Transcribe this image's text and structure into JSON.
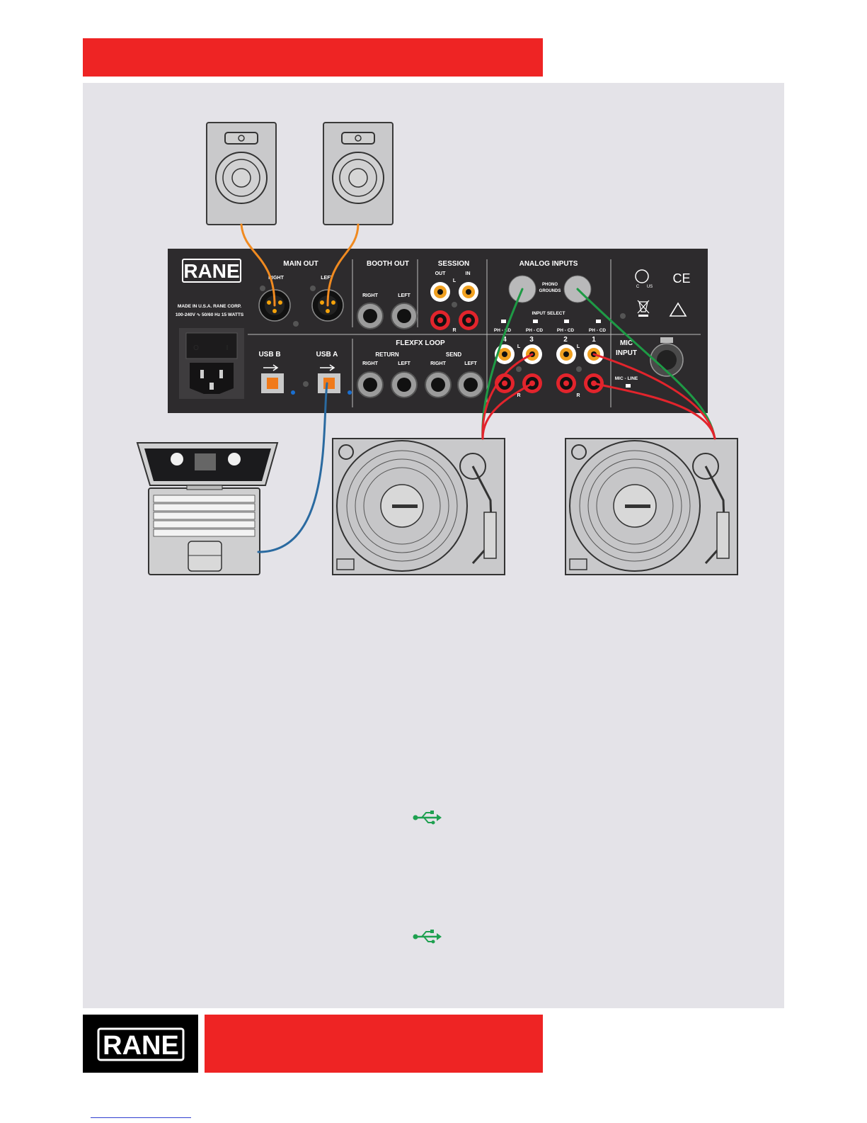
{
  "brand": "RANE",
  "colors": {
    "band": "#ee2424",
    "panel": "#e4e3e8",
    "mixer": "#2d2b2d",
    "cable_main": "#f08a20",
    "cable_usb": "#2a6aa0",
    "cable_phono": "#e2242c",
    "cable_ground": "#1e9a45",
    "usb_inline": "#1ea050"
  },
  "mixer": {
    "main_out": "MAIN OUT",
    "right": "RIGHT",
    "left": "LEFT",
    "booth_out": "BOOTH OUT",
    "session": "SESSION",
    "out": "OUT",
    "in": "IN",
    "ch_l": "L",
    "ch_r": "R",
    "analog_inputs": "ANALOG INPUTS",
    "phono": "PHONO",
    "grounds": "GROUNDS",
    "input_select": "INPUT SELECT",
    "ph_cd": "PH - CD",
    "ch4": "4",
    "ch3": "3",
    "ch2": "2",
    "ch1": "1",
    "made_in": "MADE IN U.S.A. RANE CORP.",
    "power_rating": "100-240V ∿ 50/60 Hz 15 WATTS",
    "usb_b": "USB B",
    "usb_a": "USB A",
    "flexfx_loop": "FLEXFX LOOP",
    "return": "RETURN",
    "send": "SEND",
    "mic": "MIC",
    "input": "INPUT",
    "mic_line": "MIC - LINE",
    "csa_c": "C",
    "csa_us": "US",
    "ce": "CE",
    "power_off": "O",
    "power_on": "I"
  },
  "icons": {
    "usb_top": "usb-icon",
    "usb_bottom": "usb-icon"
  }
}
